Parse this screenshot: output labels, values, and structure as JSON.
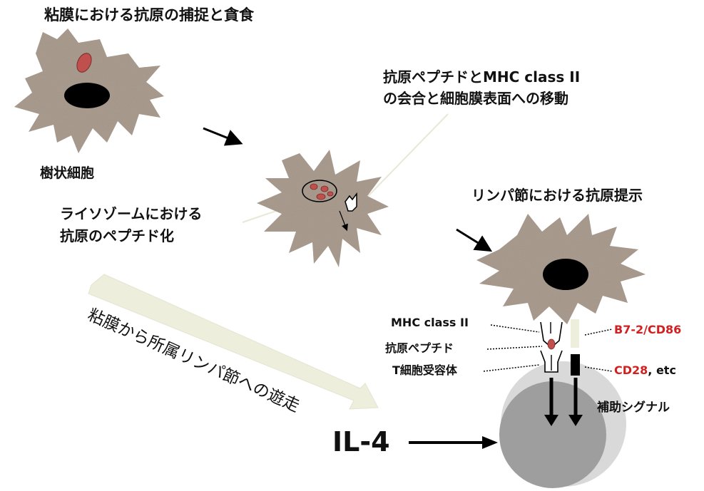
{
  "titles": {
    "capture": "粘膜における抗原の捕捉と貪食",
    "dendritic_cell": "樹状細胞",
    "complex_line1": "抗原ペプチドとMHC class II",
    "complex_line2": "の会合と細胞膜表面への移動",
    "presentation": "リンパ節における抗原提示",
    "lysosome_line1": "ライソゾームにおける",
    "lysosome_line2": "抗原のペプチド化",
    "migration": "粘膜から所属リンパ節への遊走"
  },
  "labels": {
    "mhc": "MHC class II",
    "peptide": "抗原ペプチド",
    "tcr": "T細胞受容体",
    "b7": "B7-2/CD86",
    "cd28": "CD28",
    "etc": ", etc",
    "costim": "補助シグナル",
    "il4": "IL-4"
  },
  "colors": {
    "cell_fill": "#a89a8c",
    "nucleus": "#000000",
    "antigen": "#c0504d",
    "highlight_red": "#d21f1f",
    "tcell_outer": "#d9d9d9",
    "tcell_inner": "#9e9e9e",
    "migration_arrow": "#eeeedd"
  }
}
